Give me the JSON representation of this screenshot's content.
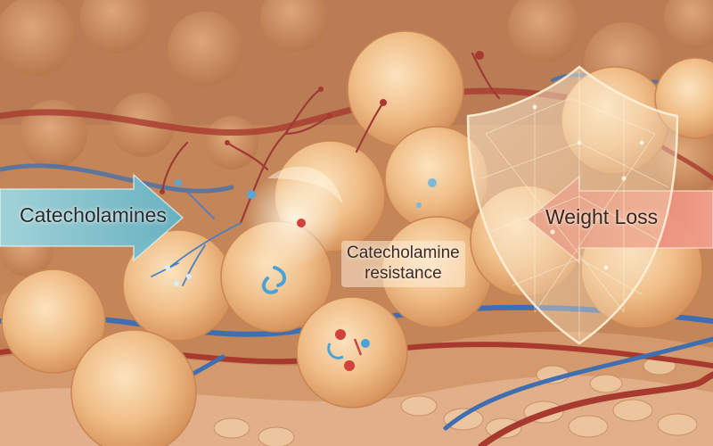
{
  "labels": {
    "left_arrow": "Catecholamines",
    "right_arrow": "Weight Loss",
    "center_line1": "Catecholamine",
    "center_line2": "resistance"
  },
  "colors": {
    "background": "#c98a5e",
    "cell_fill": "#f3c590",
    "cell_edge": "#d9975f",
    "vessel_blue": "#3f6fb0",
    "vessel_red": "#a8392e",
    "arrow_left": "#7fc3d1",
    "arrow_right": "#e07a66",
    "shield": "#f7e6c8"
  },
  "icons": {
    "left_arrow": "arrow-right-icon",
    "right_arrow": "arrow-left-icon",
    "shield": "shield-icon",
    "receptor": "receptor-molecule-icon"
  }
}
